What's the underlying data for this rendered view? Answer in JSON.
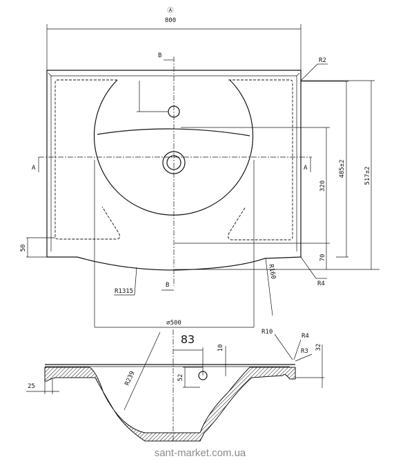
{
  "top_view": {
    "view_mark": "Ⓐ",
    "width": "800",
    "corner_top": "R2",
    "corner_bottom": "R4",
    "front_radius": "R1315",
    "side_radius": "R160",
    "bowl_diameter": "⌀500",
    "depth_bowl": "320",
    "depth_inner": "485±2",
    "depth_total": "517±2",
    "front_offset": "70",
    "side_offset": "50",
    "section_a": "A",
    "section_b": "B"
  },
  "section_view": {
    "tap_offset": "83",
    "rim_thickness": "10",
    "hole_depth": "52",
    "height": "32",
    "bowl_radius": "R239",
    "edge_radius_1": "R10",
    "edge_radius_2": "R4",
    "edge_radius_3": "R3",
    "lip": "25"
  },
  "watermark": "sant-market.com.ua"
}
